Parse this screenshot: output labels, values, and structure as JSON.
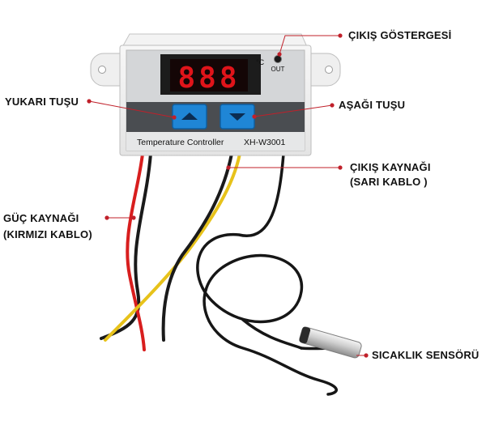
{
  "device": {
    "display_digits": "888",
    "unit": "°C",
    "out_label": "OUT",
    "title": "Temperature Controller",
    "model": "XH-W3001",
    "colors": {
      "digit_red": "#e0141a",
      "button_blue": "#1f86d6",
      "pointer_red": "#c0202a"
    }
  },
  "callouts": {
    "output_indicator": "ÇIKIŞ GÖSTERGESİ",
    "up_key": "YUKARI TUŞU",
    "down_key": "AŞAĞI TUŞU",
    "output_source_line1": "ÇIKIŞ KAYNAĞI",
    "output_source_line2": "(SARI KABLO )",
    "power_source_line1": "GÜÇ KAYNAĞI",
    "power_source_line2": "(KIRMIZI KABLO)",
    "temperature_sensor": "SICAKLIK SENSÖRÜ"
  }
}
